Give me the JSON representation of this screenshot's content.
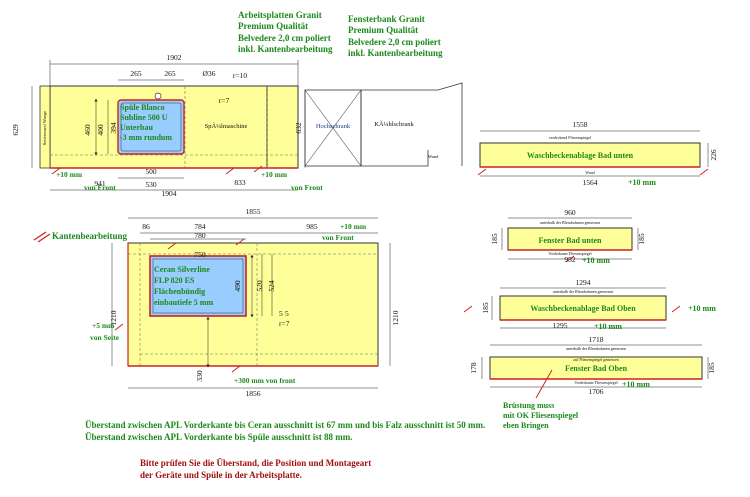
{
  "notes": {
    "apl_note": [
      "Arbeitsplatten Granit",
      "Premium Qualität",
      "Belvedere 2,0 cm poliert",
      "inkl. Kantenbearbeitung"
    ],
    "fb_note": [
      "Fensterbank Granit",
      "Premium Qualität",
      "Belvedere 2,0 cm poliert",
      "inkl. Kantenbearbeitung"
    ],
    "kante_legend": "Kantenbearbeitung",
    "overhang_ceran": "Überstand zwischen APL Vorderkante bis Ceran ausschnitt ist 67 mm und bis Falz ausschnitt ist 50 mm.",
    "overhang_spuele": "Überstand zwischen APL Vorderkante bis Spüle ausschnitt ist 88 mm.",
    "check_1": "Bitte prüfen Sie die Überstand, die Position und Montageart",
    "check_2": "der Geräte und Spüle in der Arbeitsplatte.",
    "bruestung": [
      "Brüstung muss",
      "mit OK Fliesenspiegel",
      "eben Bringen"
    ]
  },
  "top_plan": {
    "dims": {
      "overall": "1902",
      "d265a": "265",
      "d265b": "265",
      "dia": "Ø36",
      "r10": "r=10",
      "r7": "r=7",
      "left_depth": "629",
      "h460": "460",
      "h400": "400",
      "h394": "394",
      "right_depth": "632",
      "w500": "500",
      "w530": "530",
      "w1904": "1904",
      "w941": "941",
      "w833": "833",
      "plus10_left": "+10 mm",
      "plus10_right": "+10 mm",
      "front_left": "von Front",
      "front_right": "von Front"
    },
    "labels": {
      "sink": [
        "Spüle Blanco",
        "Subline 500 U",
        "Unterbau",
        "-3 mm rundum"
      ],
      "dishwasher": "SpÃ¼lmaschine",
      "tall_cabinet": "Hochschrank",
      "fridge": "KÃ¼hlschrank",
      "left_side": "Seitenwand Wange",
      "wall": "Wand"
    }
  },
  "cooktop_plan": {
    "dims": {
      "overall": "1855",
      "w86": "86",
      "w784": "784",
      "w780": "780",
      "w750": "750",
      "w985": "985",
      "plus10": "+10 mm",
      "front": "von Front",
      "h490": "490",
      "h520": "520",
      "h524": "524",
      "h5a": "5",
      "h5b": "5",
      "r7": "r=7",
      "h1210_left": "1210",
      "h1210_right": "1210",
      "h330": "330",
      "bottom": "1856",
      "plus5": "+5 mm",
      "side": "von Seite",
      "plus300": "+300 mm von front"
    },
    "labels": {
      "ceran": [
        "Ceran Silverline",
        "FLP 820 ES",
        "Flächenbündig",
        "einbautiefe 5 mm"
      ]
    }
  },
  "sills": {
    "waschbecken_unten": {
      "label": "Waschbeckenablage Bad unten",
      "top_dim": "1558",
      "bottom_dim": "1564",
      "height": "226",
      "plus10": "+10 mm",
      "top_note": "verdeckend Fliesenspiegel",
      "wall": "Wand"
    },
    "fenster_unten": {
      "label": "Fenster Bad unten",
      "top_dim": "960",
      "bottom_dim": "952",
      "left_h": "185",
      "right_h": "185",
      "plus10": "+10 mm",
      "top_note": "unterhalb der Blendrahmen gemessen",
      "bottom_note": "Vorderkante Fliesenspiegel"
    },
    "waschbecken_oben": {
      "label": "Waschbeckenablage Bad Oben",
      "top_dim": "1294",
      "bottom_dim": "1295",
      "left_h": "185",
      "plus10": "+10 mm",
      "plus10_right": "+10 mm",
      "top_note": "unterhalb der Blendrahmen gemessen"
    },
    "fenster_oben": {
      "label": "Fenster Bad Oben",
      "top_dim": "1718",
      "bottom_dim": "1706",
      "left_h": "178",
      "right_h": "185",
      "plus10": "+10 mm",
      "top_note": "unterhalb der Blendrahmen gemessen",
      "mid_note": "auf Fliesenspiegel gemessen",
      "bottom_note": "Vorderkante Fliesenspiegel"
    }
  },
  "colors": {
    "granite": "#ffff99",
    "sink": "#99ccff",
    "edge": "#cc2222",
    "dim": "#222222",
    "note_green": "#1b8a1b",
    "note_red": "#a01010"
  }
}
